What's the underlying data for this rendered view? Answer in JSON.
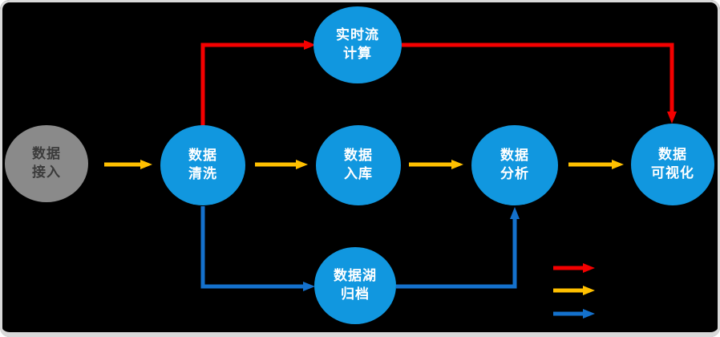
{
  "diagram": {
    "title": "big-data-pipeline-flow",
    "background_color": "#000000",
    "frame_border_color": "#D9D9D9",
    "colors": {
      "node_blue": "#1197DF",
      "node_gray": "#8A8A8A",
      "node_text_on_blue": "#FFFFFF",
      "node_text_on_gray": "#3B3B3B",
      "arrow_red": "#F40000",
      "arrow_yellow": "#FFC000",
      "arrow_blue": "#1471CC"
    },
    "nodes": [
      {
        "id": "data-ingest",
        "label": "数据\n接入",
        "type": "gray"
      },
      {
        "id": "data-clean",
        "label": "数据\n清洗",
        "type": "blue"
      },
      {
        "id": "realtime-stream",
        "label": "实时流\n计算",
        "type": "blue"
      },
      {
        "id": "data-store",
        "label": "数据\n入库",
        "type": "blue"
      },
      {
        "id": "data-analysis",
        "label": "数据\n分析",
        "type": "blue"
      },
      {
        "id": "data-visualization",
        "label": "数据\n可视化",
        "type": "blue"
      },
      {
        "id": "data-lake-archive",
        "label": "数据湖\n归档",
        "type": "blue"
      }
    ],
    "edges": [
      {
        "from": "data-ingest",
        "to": "data-clean",
        "color": "yellow"
      },
      {
        "from": "data-clean",
        "to": "realtime-stream",
        "color": "red"
      },
      {
        "from": "realtime-stream",
        "to": "data-visualization",
        "color": "red"
      },
      {
        "from": "data-clean",
        "to": "data-store",
        "color": "yellow"
      },
      {
        "from": "data-store",
        "to": "data-analysis",
        "color": "yellow"
      },
      {
        "from": "data-analysis",
        "to": "data-visualization",
        "color": "yellow"
      },
      {
        "from": "data-clean",
        "to": "data-lake-archive",
        "color": "blue"
      },
      {
        "from": "data-lake-archive",
        "to": "data-analysis",
        "color": "blue"
      }
    ],
    "legend": {
      "items": [
        {
          "name": "realtime-flow-arrow",
          "color": "#F40000"
        },
        {
          "name": "main-flow-arrow",
          "color": "#FFC000"
        },
        {
          "name": "archive-flow-arrow",
          "color": "#1471CC"
        }
      ]
    }
  }
}
